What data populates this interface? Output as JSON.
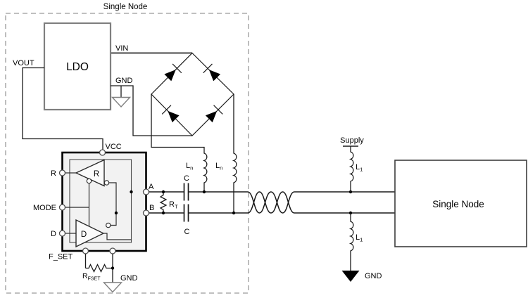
{
  "diagram": {
    "left_node": {
      "title": "Single Node",
      "ldo": {
        "label": "LDO",
        "vout": "VOUT",
        "vin": "VIN",
        "gnd": "GND"
      },
      "transceiver": {
        "vcc": "VCC",
        "r_pin": "R",
        "mode_pin": "MODE",
        "d_pin": "D",
        "fset_pin": "F_SET",
        "receiver": "R",
        "driver": "D",
        "a_pin": "A",
        "b_pin": "B"
      },
      "rt": {
        "main": "R",
        "sub": "T"
      },
      "rfset": {
        "main": "R",
        "sub": "FSET"
      },
      "rfset_gnd": "GND",
      "cap_top": "C",
      "cap_bottom": "C",
      "ln1": {
        "main": "L",
        "sub": "n"
      },
      "ln2": {
        "main": "L",
        "sub": "n"
      }
    },
    "bus": {
      "supply": "Supply",
      "l1_top": {
        "main": "L",
        "sub": "1"
      },
      "l1_bottom": {
        "main": "L",
        "sub": "1"
      },
      "gnd": "GND"
    },
    "right_node": {
      "label": "Single Node"
    },
    "colors": {
      "wire": "#000000",
      "gray": "#7f7f7f",
      "chip_fill": "#f2f2f2",
      "dash": "#9a9a9a"
    }
  }
}
